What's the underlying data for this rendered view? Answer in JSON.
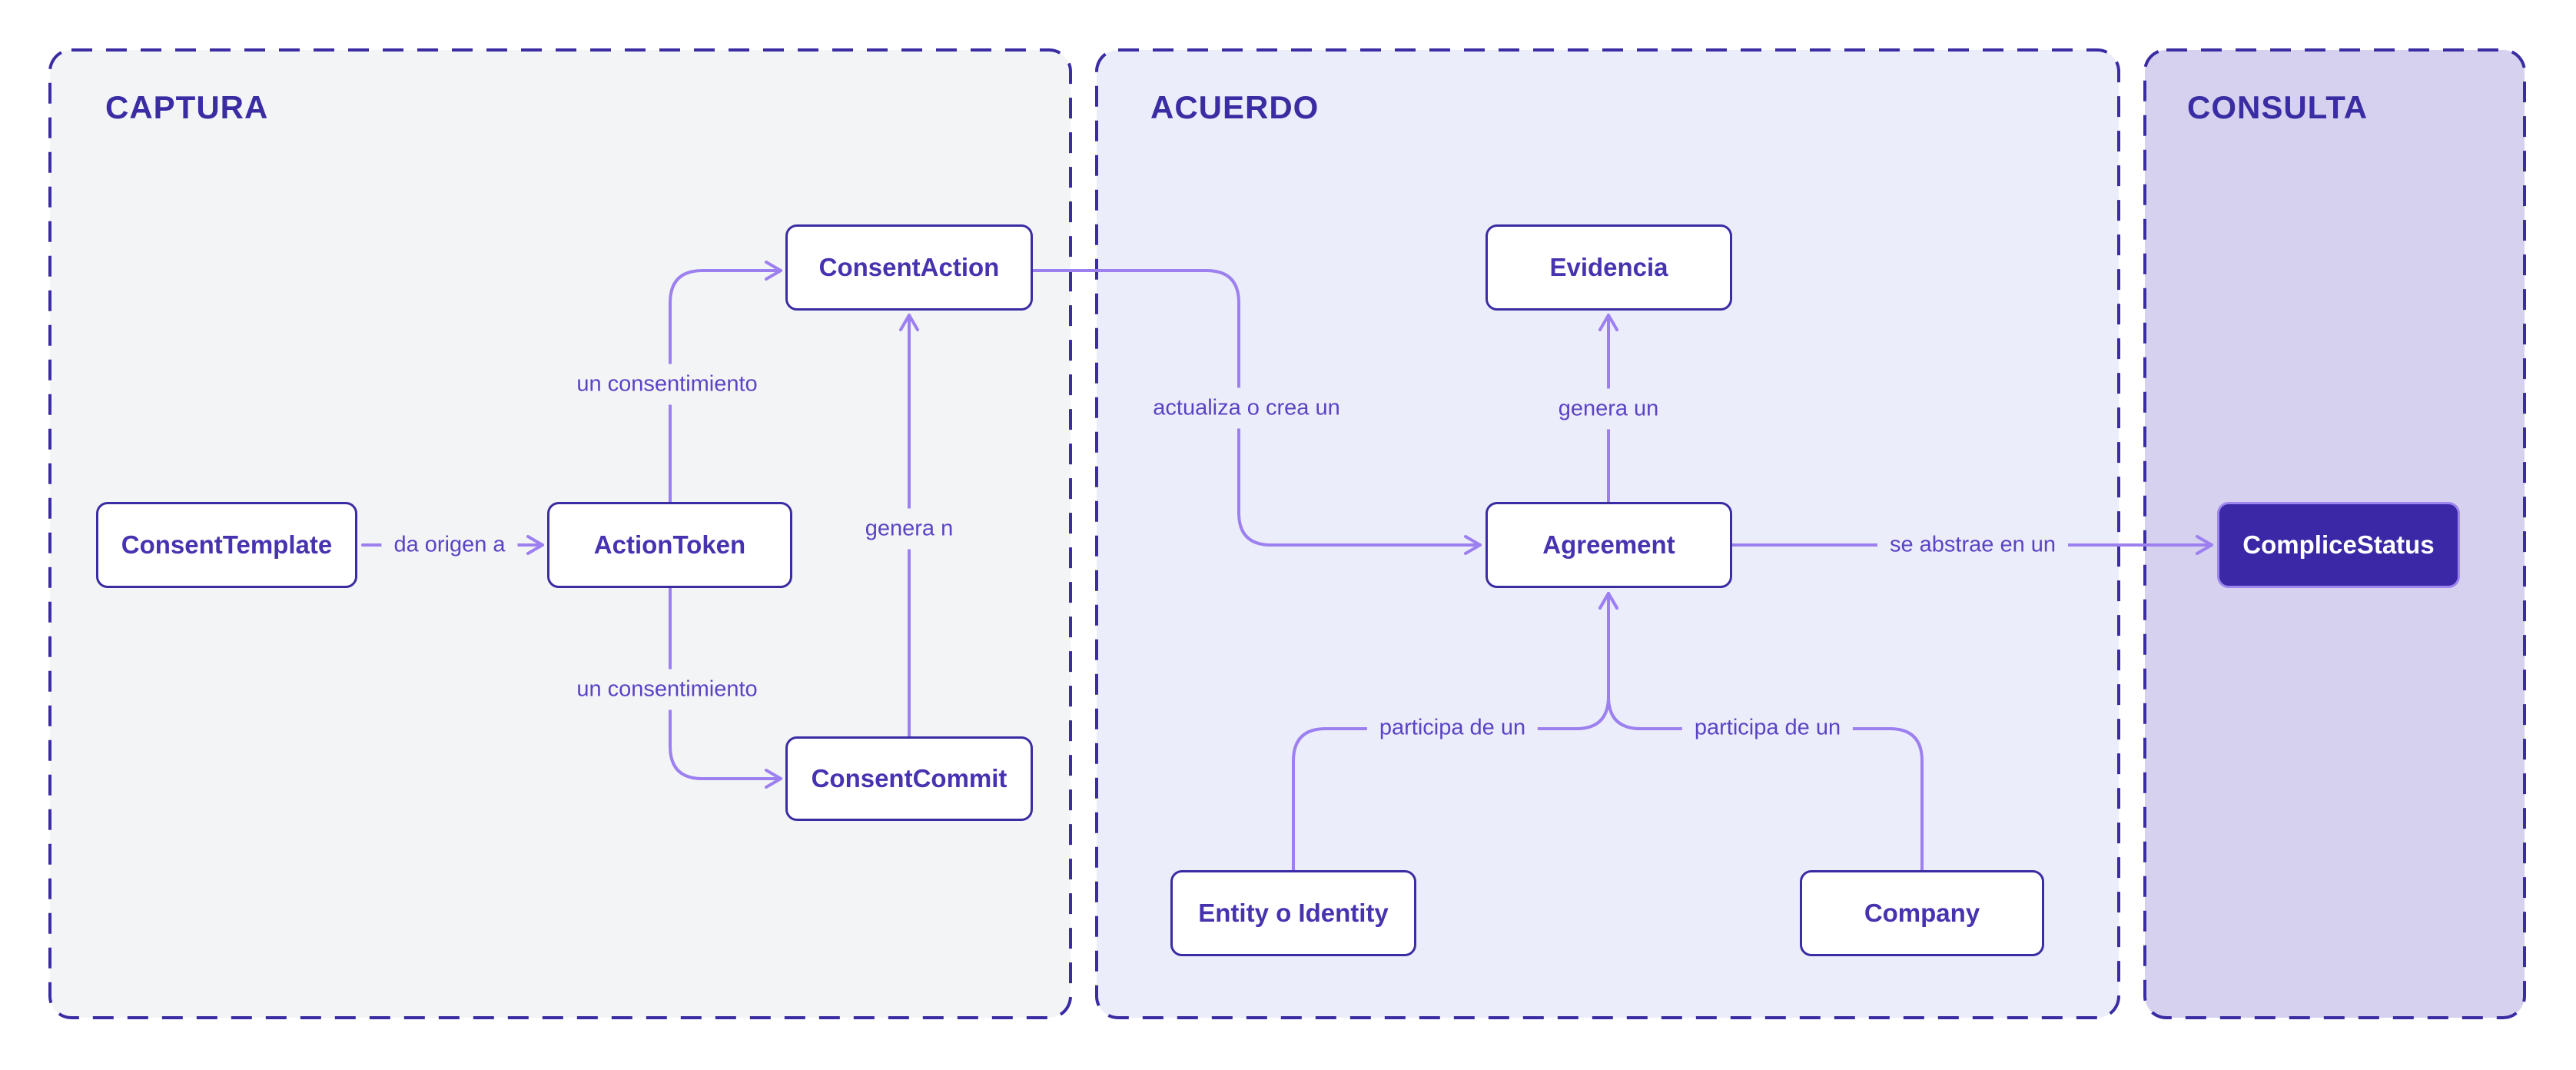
{
  "colors": {
    "page_bg": "#ffffff",
    "indigo": "#3a2ca3",
    "node_text": "#4732b0",
    "line": "#9d80f0",
    "label_text": "#5a43c4",
    "captura_bg": "#f3f4f6",
    "acuerdo_bg": "#ecedfa",
    "consulta_bg": "#d5d1ee",
    "status_fill": "#3a28a6",
    "status_border": "#9d86ee",
    "status_text": "#ffffff"
  },
  "panels": {
    "captura": {
      "title": "CAPTURA"
    },
    "acuerdo": {
      "title": "ACUERDO"
    },
    "consulta": {
      "title": "CONSULTA"
    }
  },
  "nodes": {
    "consent_template": {
      "label": "ConsentTemplate",
      "panel": "CAPTURA"
    },
    "action_token": {
      "label": "ActionToken",
      "panel": "CAPTURA"
    },
    "consent_action": {
      "label": "ConsentAction",
      "panel": "CAPTURA"
    },
    "consent_commit": {
      "label": "ConsentCommit",
      "panel": "CAPTURA"
    },
    "evidencia": {
      "label": "Evidencia",
      "panel": "ACUERDO"
    },
    "agreement": {
      "label": "Agreement",
      "panel": "ACUERDO"
    },
    "entity": {
      "label": "Entity o Identity",
      "panel": "ACUERDO"
    },
    "company": {
      "label": "Company",
      "panel": "ACUERDO"
    },
    "complice_status": {
      "label": "CompliceStatus",
      "panel": "CONSULTA"
    }
  },
  "edges": [
    {
      "from": "ConsentTemplate",
      "to": "ActionToken",
      "label": "da origen a"
    },
    {
      "from": "ActionToken",
      "to": "ConsentAction",
      "label": "un consentimiento"
    },
    {
      "from": "ActionToken",
      "to": "ConsentCommit",
      "label": "un consentimiento"
    },
    {
      "from": "ConsentCommit",
      "to": "ConsentAction",
      "label": "genera n"
    },
    {
      "from": "ConsentAction",
      "to": "Agreement",
      "label": "actualiza o crea un"
    },
    {
      "from": "Agreement",
      "to": "Evidencia",
      "label": "genera un"
    },
    {
      "from": "Entity o Identity",
      "to": "Agreement",
      "label": "participa de un"
    },
    {
      "from": "Company",
      "to": "Agreement",
      "label": "participa de un"
    },
    {
      "from": "Agreement",
      "to": "CompliceStatus",
      "label": "se abstrae en un"
    }
  ]
}
